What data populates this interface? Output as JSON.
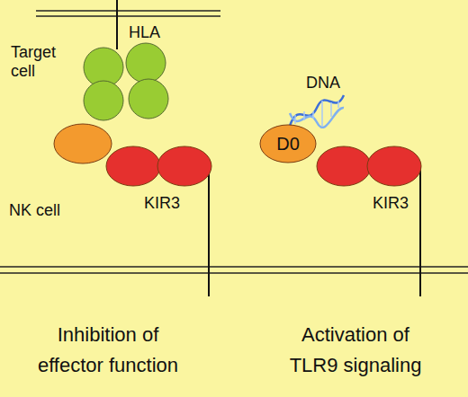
{
  "diagram": {
    "nodes": [
      {
        "text": [
          "D0"
        ]
      }
    ],
    "labels": [
      "HLA",
      "Target cell",
      "NK cell",
      "KIR3",
      "DNA",
      "KIR3",
      "Inhibition of effector function",
      "Activation of TLR9 signaling"
    ]
  }
}
